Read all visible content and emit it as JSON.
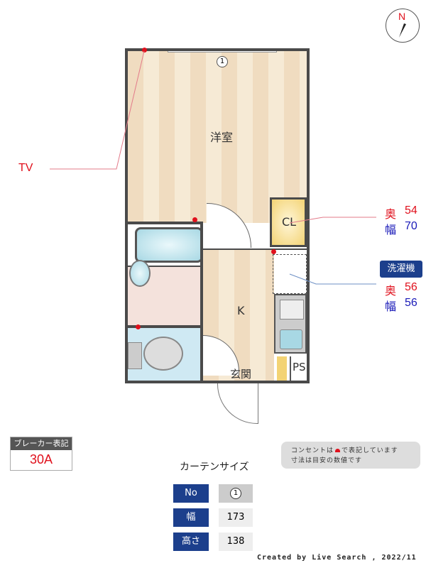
{
  "compass": {
    "label": "N"
  },
  "plan": {
    "rooms": {
      "western_room": "洋室",
      "kitchen": "K",
      "closet": "CL",
      "entrance": "玄関",
      "pipe_space": "PS"
    },
    "window_marker": "1"
  },
  "annotations": {
    "tv": "TV",
    "closet": {
      "depth_label": "奥",
      "depth": "54",
      "width_label": "幅",
      "width": "70"
    },
    "washer": {
      "title": "洗濯機",
      "depth_label": "奥",
      "depth": "56",
      "width_label": "幅",
      "width": "56"
    }
  },
  "breaker": {
    "title": "ブレーカー表記",
    "value": "30A"
  },
  "notes": {
    "line1_pre": "コンセントは",
    "line1_post": "で表記しています",
    "line2": "寸法は目安の数値です"
  },
  "curtain": {
    "title": "カーテンサイズ",
    "rows": [
      {
        "label": "No",
        "value": "1"
      },
      {
        "label": "幅",
        "value": "173"
      },
      {
        "label": "高さ",
        "value": "138"
      }
    ]
  },
  "footer": {
    "credit": "Created by Live Search , 2022/11"
  },
  "colors": {
    "outlet": "#e0101c",
    "depth": "#e0101c",
    "width": "#1a1ab8",
    "navy": "#1c3f8c"
  }
}
